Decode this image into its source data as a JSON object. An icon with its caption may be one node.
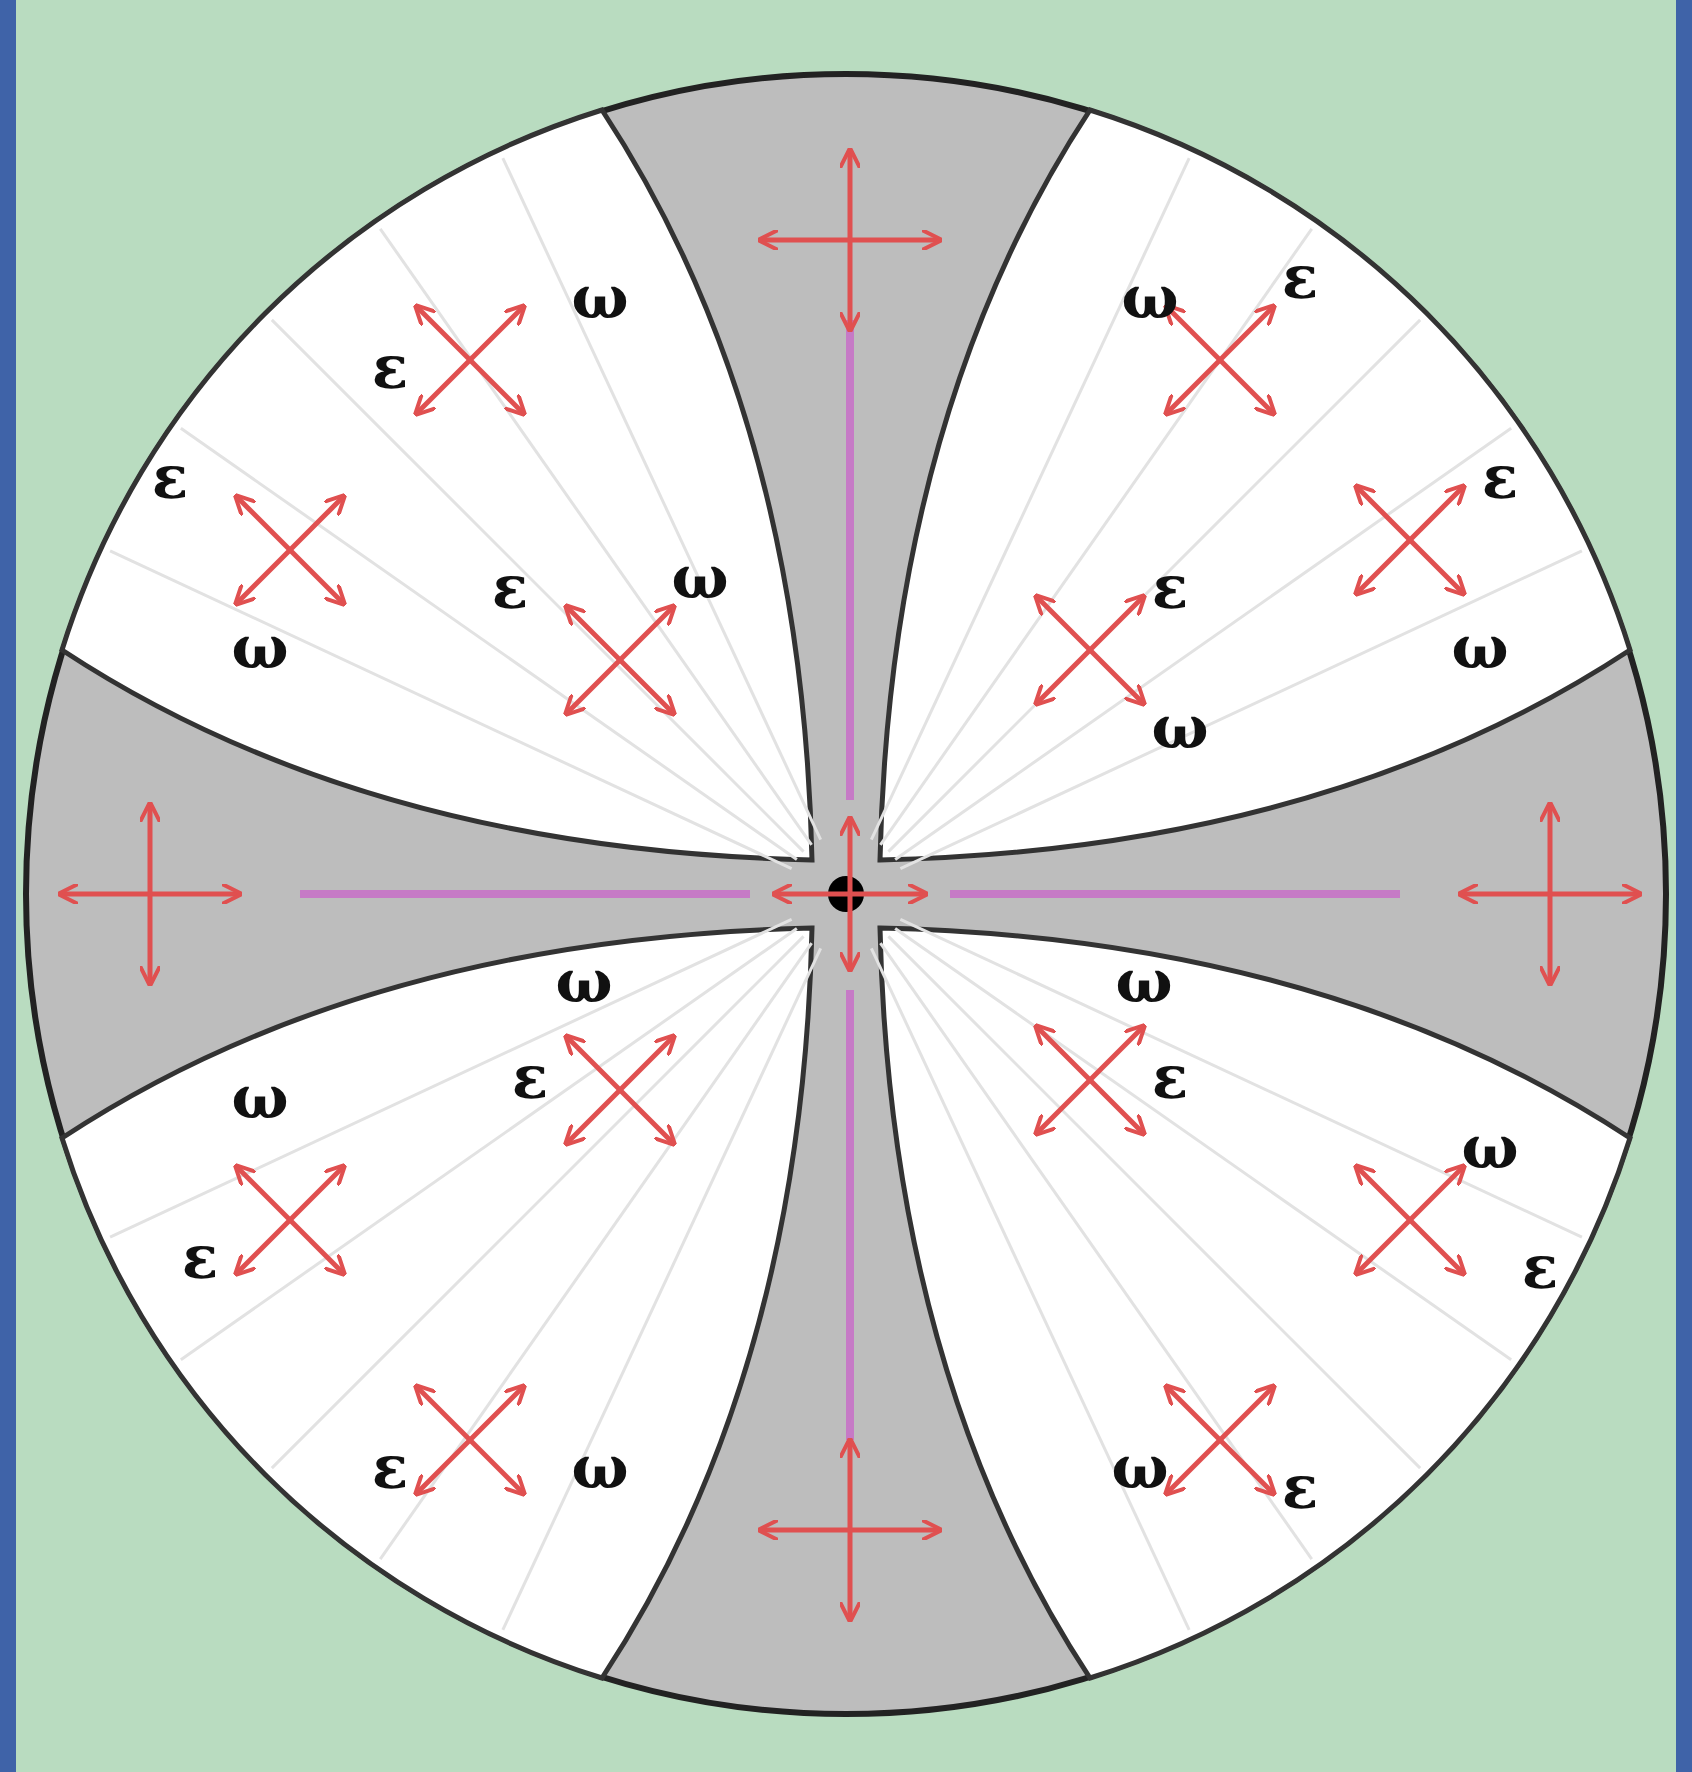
{
  "diagram": {
    "labels": [
      "ε",
      "ω",
      "ω",
      "ε",
      "ε",
      "ε",
      "ε",
      "ω",
      "ε",
      "ω",
      "ω",
      "ω",
      "ω",
      "ω",
      "ε",
      "ε",
      "ω",
      "ω",
      "ε",
      "ε",
      "ε",
      "ω",
      "ω",
      "ε"
    ]
  }
}
